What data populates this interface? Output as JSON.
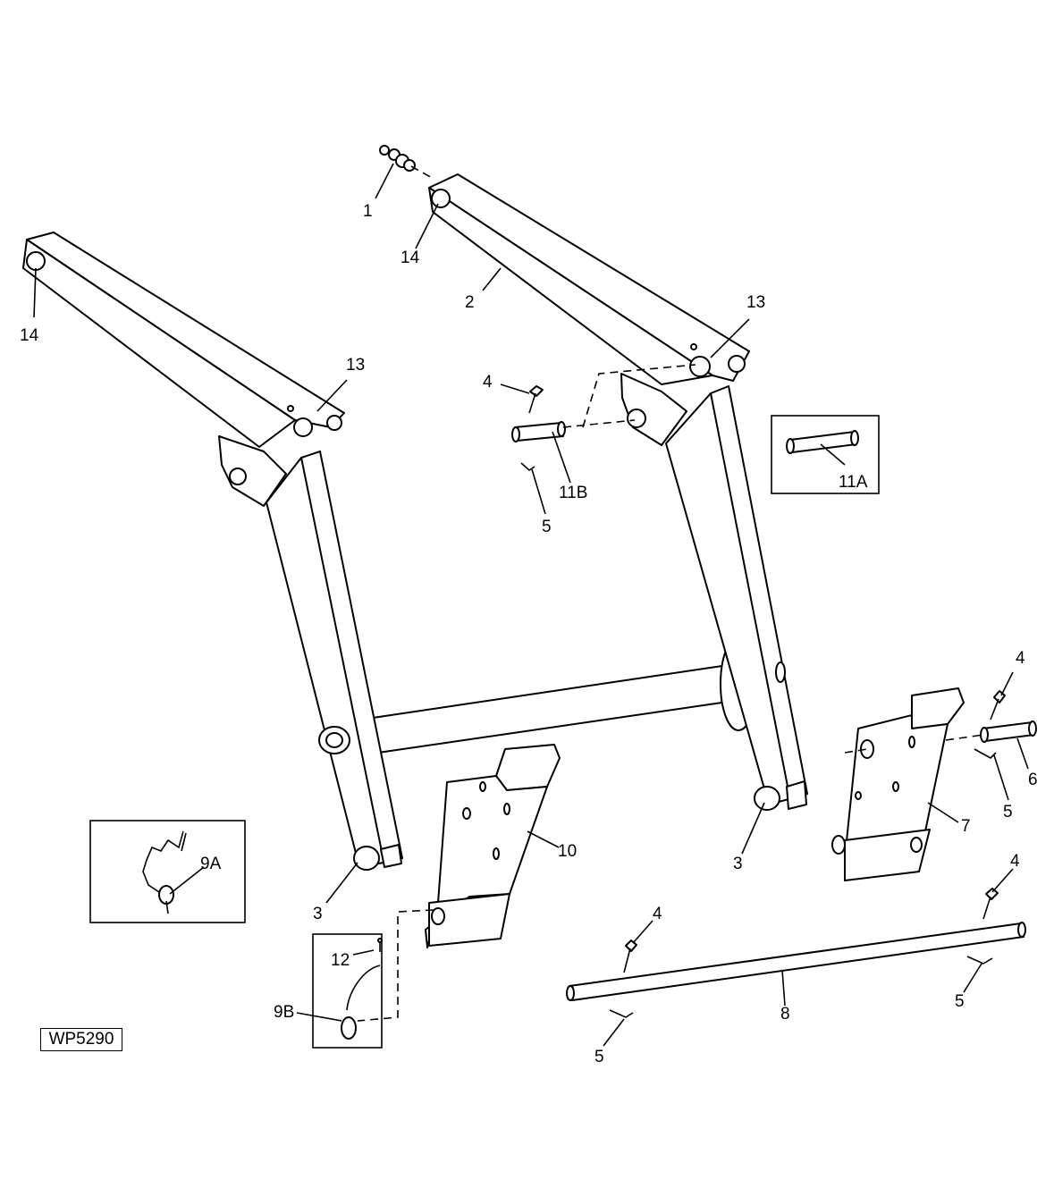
{
  "figure_id": "WP5290",
  "callouts": {
    "c1": "1",
    "c14a": "14",
    "c14b": "14",
    "c2": "2",
    "c13a": "13",
    "c13b": "13",
    "c4a": "4",
    "c11b": "11B",
    "c5a": "5",
    "c11a": "11A",
    "c4b": "4",
    "c6": "6",
    "c5b": "5",
    "c7": "7",
    "c3a": "3",
    "c3b": "3",
    "c10": "10",
    "c9a": "9A",
    "c12": "12",
    "c9b": "9B",
    "c4c": "4",
    "c4d": "4",
    "c8": "8",
    "c5c": "5",
    "c5d": "5"
  }
}
